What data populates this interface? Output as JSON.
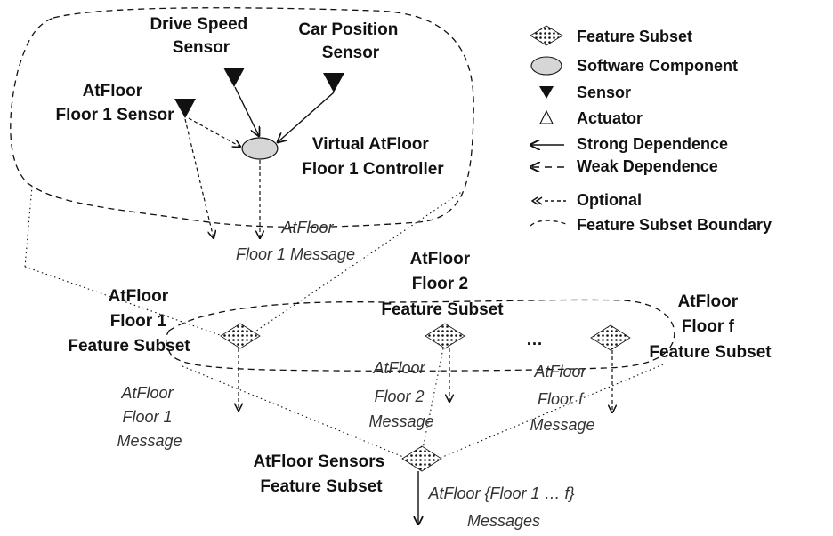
{
  "nodes": {
    "drive_speed_sensor": [
      "Drive Speed",
      "Sensor"
    ],
    "car_position_sensor": [
      "Car Position",
      "Sensor"
    ],
    "atfloor_floor1_sensor": [
      "AtFloor",
      "Floor 1 Sensor"
    ],
    "virtual_controller": [
      "Virtual AtFloor",
      "Floor 1 Controller"
    ],
    "atfloor_floor1_message_top": [
      "AtFloor",
      "Floor 1 Message"
    ],
    "floor1_subset": [
      "AtFloor",
      "Floor 1",
      "Feature Subset"
    ],
    "floor2_subset": [
      "AtFloor",
      "Floor 2",
      "Feature Subset"
    ],
    "floorf_subset": [
      "AtFloor",
      "Floor f",
      "Feature Subset"
    ],
    "ellipsis": "…",
    "floor1_message": [
      "AtFloor",
      "Floor 1",
      "Message"
    ],
    "floor2_message": [
      "AtFloor",
      "Floor 2",
      "Message"
    ],
    "floorf_message": [
      "AtFloor",
      "Floor f",
      "Message"
    ],
    "sensors_subset": [
      "AtFloor Sensors",
      "Feature Subset"
    ],
    "messages": [
      "AtFloor {Floor 1 … f}",
      "Messages"
    ]
  },
  "legend": [
    {
      "icon": "feature-subset-icon",
      "label": "Feature Subset"
    },
    {
      "icon": "software-component-icon",
      "label": "Software Component"
    },
    {
      "icon": "sensor-icon",
      "label": "Sensor"
    },
    {
      "icon": "actuator-icon",
      "label": "Actuator"
    },
    {
      "icon": "strong-dependence-icon",
      "label": "Strong Dependence"
    },
    {
      "icon": "weak-dependence-icon",
      "label": "Weak Dependence"
    },
    {
      "icon": "optional-icon",
      "label": "Optional"
    },
    {
      "icon": "boundary-icon",
      "label": "Feature Subset Boundary"
    }
  ],
  "colors": {
    "stroke": "#111111",
    "component_fill": "#d6d6d6",
    "text": "#111111",
    "italic_text": "#333333"
  }
}
